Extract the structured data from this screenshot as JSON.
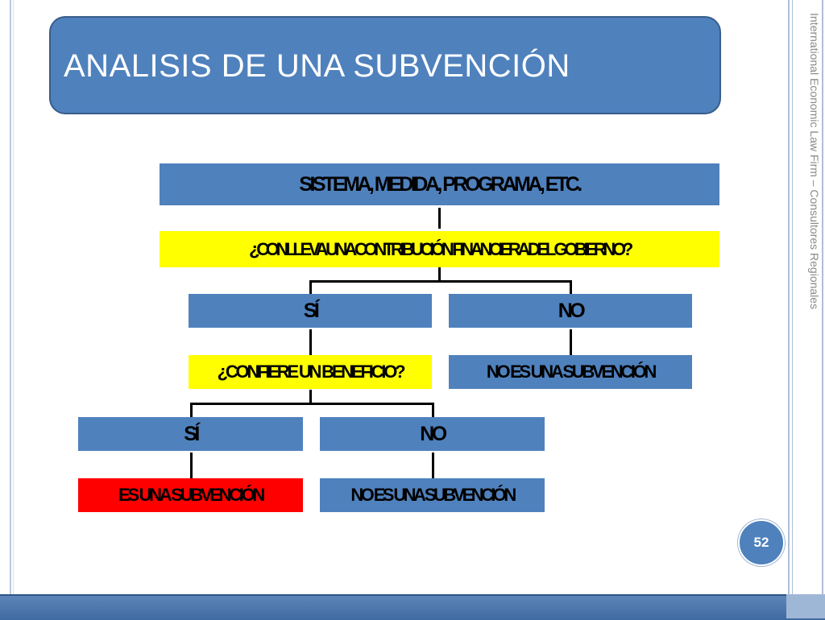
{
  "slide": {
    "title": "ANALISIS DE UNA SUBVENCIÓN",
    "side_text": "International Economic Law Firm – Consultores Regionales",
    "page_number": "52"
  },
  "diagram": {
    "root": "SISTEMA, MEDIDA, PROGRAMA, ETC.",
    "question1": "¿CONLLEVA UNA CONTRIBUCIÓN FINANCIERA DEL GOBIERNO?",
    "q1_yes": "SÍ",
    "q1_no": "NO",
    "question2": "¿CONFIERE UN BENEFICIO?",
    "q1_no_result": "NO ES UNA SUBVENCIÓN",
    "q2_yes": "SÍ",
    "q2_no": "NO",
    "q2_yes_result": "ES UNA SUBVENCIÓN",
    "q2_no_result": "NO ES UNA SUBVENCIÓN"
  },
  "colors": {
    "box_blue": "#4f81bd",
    "box_yellow": "#ffff00",
    "box_red": "#ff0000",
    "title_border": "#385d8a"
  }
}
